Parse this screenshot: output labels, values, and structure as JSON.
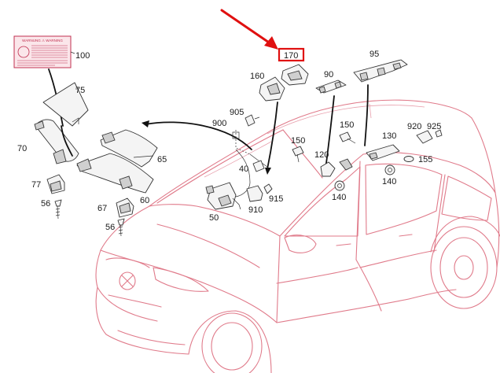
{
  "labels": [
    {
      "id": "100",
      "text": "100"
    },
    {
      "id": "75",
      "text": "75"
    },
    {
      "id": "70",
      "text": "70"
    },
    {
      "id": "65",
      "text": "65"
    },
    {
      "id": "60",
      "text": "60"
    },
    {
      "id": "77",
      "text": "77"
    },
    {
      "id": "67",
      "text": "67"
    },
    {
      "id": "56a",
      "text": "56"
    },
    {
      "id": "56b",
      "text": "56"
    },
    {
      "id": "160",
      "text": "160"
    },
    {
      "id": "170",
      "text": "170"
    },
    {
      "id": "90",
      "text": "90"
    },
    {
      "id": "95",
      "text": "95"
    },
    {
      "id": "905",
      "text": "905"
    },
    {
      "id": "900",
      "text": "900"
    },
    {
      "id": "40",
      "text": "40"
    },
    {
      "id": "150a",
      "text": "150"
    },
    {
      "id": "150b",
      "text": "150"
    },
    {
      "id": "120",
      "text": "120"
    },
    {
      "id": "130",
      "text": "130"
    },
    {
      "id": "140a",
      "text": "140"
    },
    {
      "id": "140b",
      "text": "140"
    },
    {
      "id": "920",
      "text": "920"
    },
    {
      "id": "925",
      "text": "925"
    },
    {
      "id": "155",
      "text": "155"
    },
    {
      "id": "50",
      "text": "50"
    },
    {
      "id": "910",
      "text": "910"
    },
    {
      "id": "915",
      "text": "915"
    }
  ],
  "warning_label": {
    "heading": "WARNUNG ⚠ WARNING"
  },
  "highlight": {
    "label_id": "170",
    "color": "#e01010"
  }
}
